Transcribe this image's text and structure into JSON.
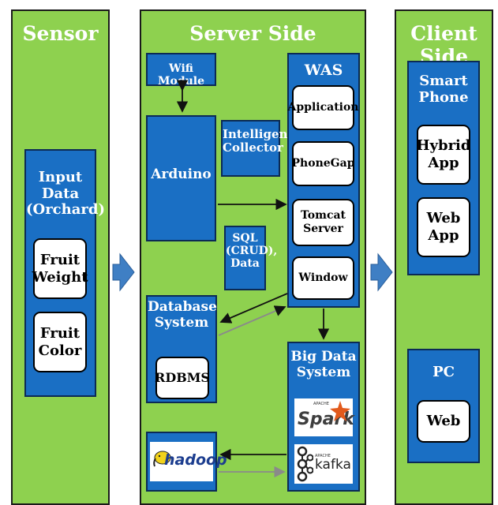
{
  "sensor": {
    "title": "Sensor",
    "input_box": "Input Data\n(Orchard)",
    "items": [
      "Fruit\nWeight",
      "Fruit\nColor"
    ]
  },
  "server": {
    "title": "Server Side",
    "wifi": "Wifi Module",
    "arduino": "Arduino",
    "collector": "Intelligent\nCollector",
    "sql": "SQL\n(CRUD),\nData",
    "was": {
      "title": "WAS",
      "items": [
        "Application",
        "PhoneGap",
        "Tomcat\nServer",
        "Window"
      ]
    },
    "database": {
      "title": "Database\nSystem",
      "item": "RDBMS"
    },
    "bigdata": {
      "title": "Big Data\nSystem",
      "spark": {
        "small": "APACHE",
        "name": "Spark"
      },
      "kafka": {
        "small": "APACHE",
        "name": "kafka"
      }
    },
    "hadoop": "hadoop"
  },
  "client": {
    "title": "Client Side",
    "smartphone": {
      "title": "Smart\nPhone",
      "items": [
        "Hybrid\nApp",
        "Web\nApp"
      ]
    },
    "pc": {
      "title": "PC",
      "item": "Web"
    }
  },
  "colors": {
    "panel_green": "#8ed14f",
    "box_blue": "#1a6fc4",
    "arrow_blue": "#3f7fc4",
    "spark_orange": "#e25a1c",
    "hadoop_yellow": "#f2d21b"
  }
}
